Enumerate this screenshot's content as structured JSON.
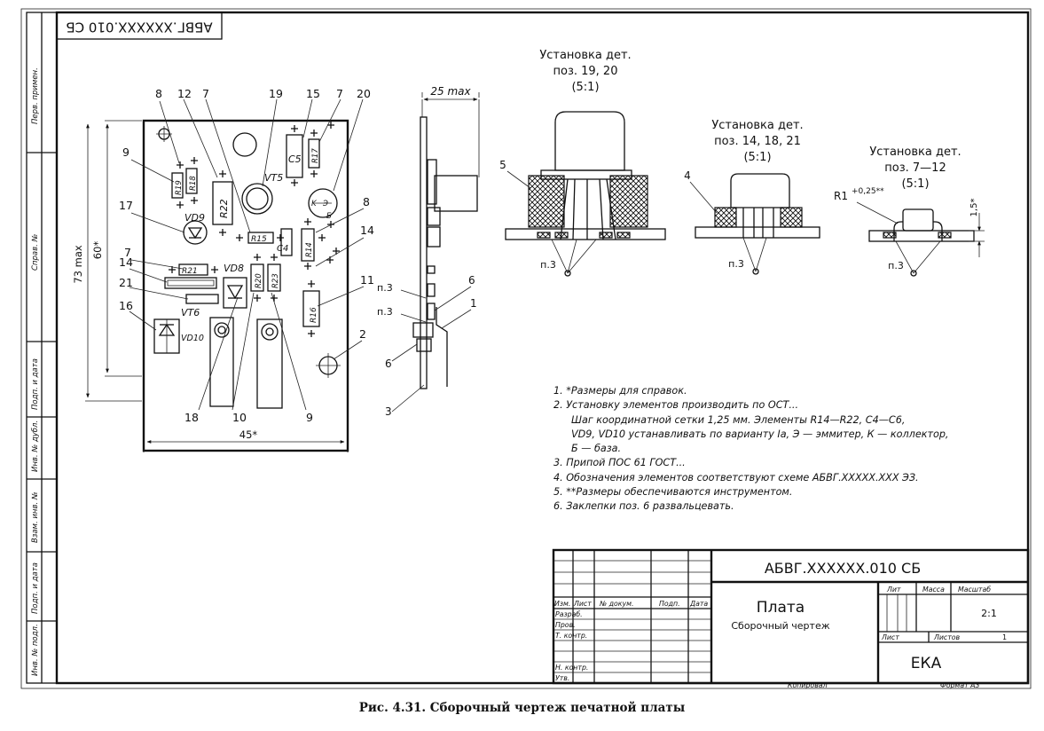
{
  "doc_code_rotated": "АБВГ.XXXXXX.010 СБ",
  "side_stamp": [
    "Перв. примен.",
    "Справ. №",
    "Подп. и дата",
    "Инв. № дубл.",
    "Взам. инв. №",
    "Подп. и дата",
    "Инв. № подл."
  ],
  "board": {
    "refs": [
      "8",
      "12",
      "7",
      "19",
      "15",
      "7",
      "20",
      "9",
      "17",
      "7",
      "14",
      "21",
      "16",
      "8",
      "14",
      "11",
      "2",
      "18",
      "10",
      "9"
    ],
    "components": [
      "R19",
      "R18",
      "R22",
      "VT5",
      "C5",
      "R17",
      "K",
      "Э",
      "Б",
      "VD9",
      "R15",
      "C4",
      "R14",
      "R21",
      "VD8",
      "R20",
      "R23",
      "VT6",
      "VD10",
      "R16"
    ],
    "dims": {
      "height_ref": "60*",
      "height_max": "73 max",
      "width": "45*"
    }
  },
  "side_view": {
    "dim_top": "25 max",
    "refs": [
      "п.3",
      "п.3",
      "6",
      "1",
      "6",
      "3"
    ]
  },
  "details": [
    {
      "title": [
        "Установка дет.",
        "поз. 19, 20",
        "(5:1)"
      ],
      "refs": [
        "5",
        "п.3"
      ]
    },
    {
      "title": [
        "Установка дет.",
        "поз. 14, 18, 21",
        "(5:1)"
      ],
      "refs": [
        "4",
        "п.3"
      ]
    },
    {
      "title": [
        "Установка дет.",
        "поз. 7—12",
        "(5:1)"
      ],
      "refs": [
        "R1",
        "+0,25**",
        "1,5*",
        "п.3"
      ]
    }
  ],
  "notes": [
    "1. *Размеры для справок.",
    "2. Установку элементов производить по ОСТ...",
    "Шаг координатной сетки 1,25 мм. Элементы R14—R22, C4—C6,",
    "VD9, VD10 устанавливать по варианту Iа, Э — эммитер, К — коллектор,",
    "Б — база.",
    "3. Припой ПОС 61 ГОСТ...",
    "4. Обозначения элементов соответствуют схеме АБВГ.XXXXX.XXX ЭЗ.",
    "5. **Размеры обеспечиваются инструментом.",
    "6. Заклепки поз. 6 развальцевать."
  ],
  "title_block": {
    "code": "АБВГ.XXXXXX.010 СБ",
    "name": "Плата",
    "subtitle": "Сборочный чертеж",
    "head": [
      "Изм.",
      "Лист",
      "№ докум.",
      "Подп.",
      "Дата"
    ],
    "rows": [
      "Разраб.",
      "Пров.",
      "Т. контр.",
      "",
      "Н. контр.",
      "Утв."
    ],
    "lit": "Лит",
    "mass": "Масса",
    "scale_label": "Масштаб",
    "scale": "2:1",
    "sheet": "Лист",
    "sheets": "Листов",
    "sheets_count": "1",
    "org": "ЕКА",
    "copied": "Копировал",
    "format": "Формат А3"
  },
  "caption": "Рис. 4.31. Сборочный чертеж печатной платы"
}
